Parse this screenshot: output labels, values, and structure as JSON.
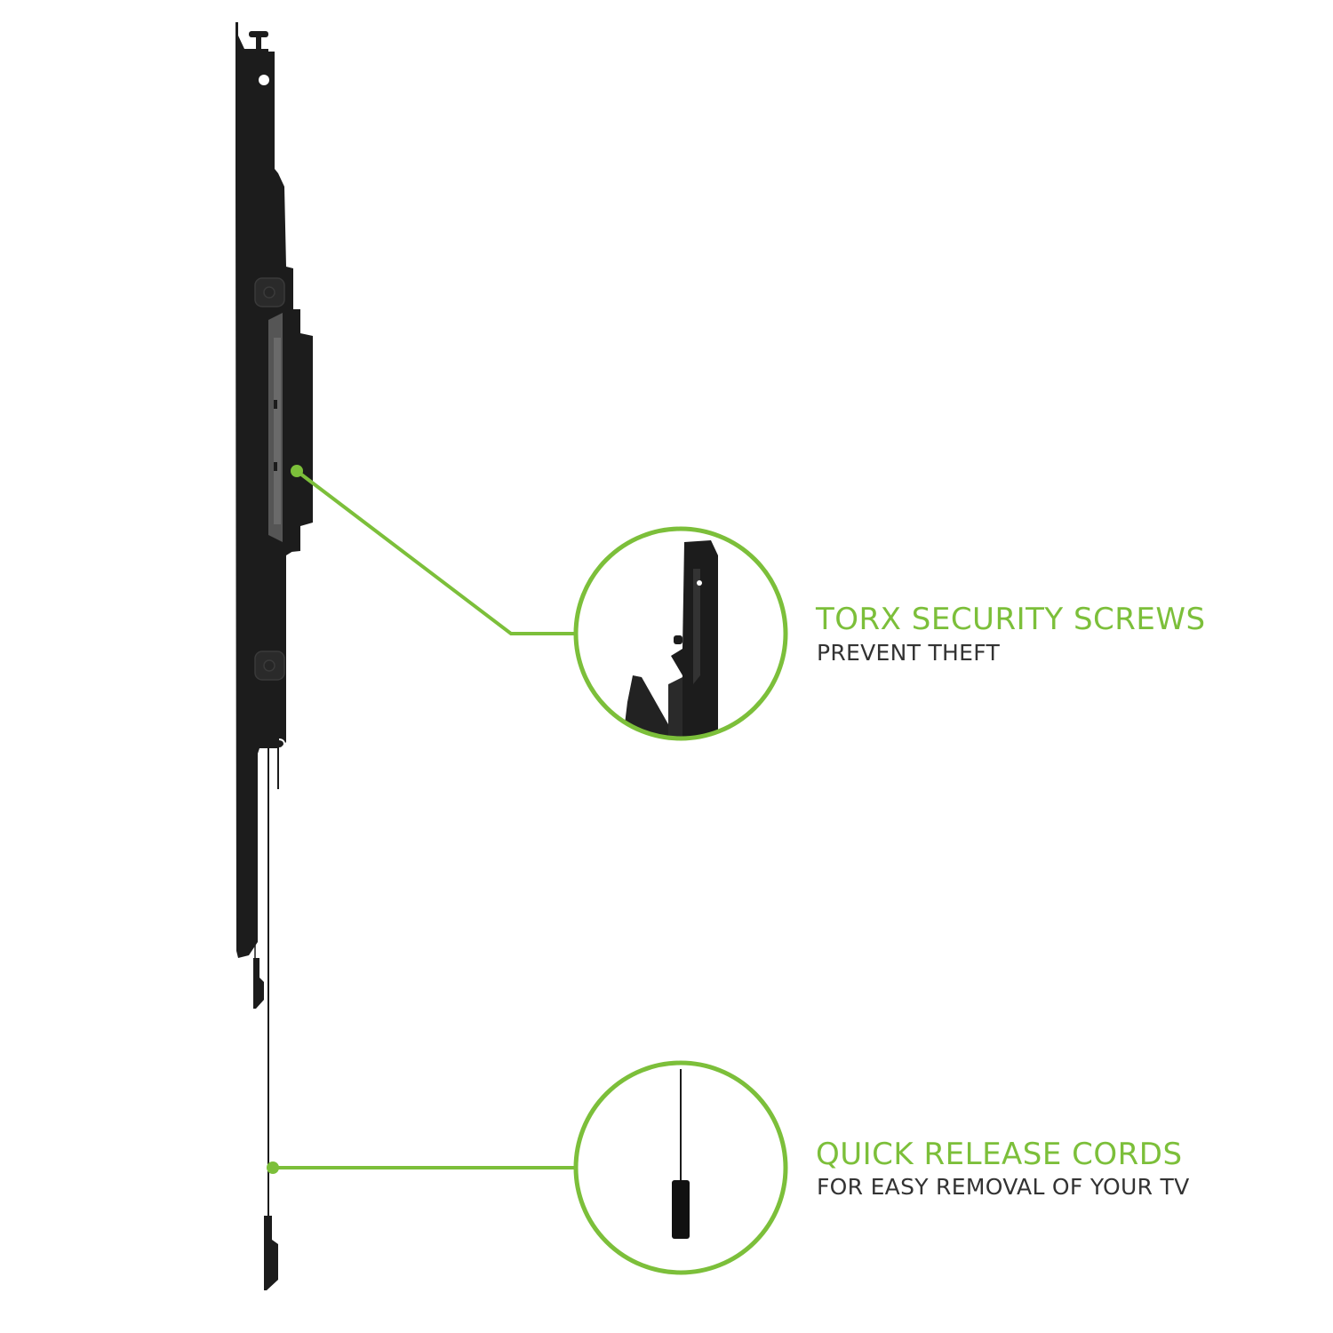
{
  "colors": {
    "accent": "#7cbf3a",
    "mount": "#1c1c1c",
    "subtext": "#333333",
    "background": "#ffffff"
  },
  "features": [
    {
      "title": "TORX SECURITY SCREWS",
      "subtitle": "PREVENT THEFT",
      "icon": "bracket-closeup-icon"
    },
    {
      "title": "QUICK RELEASE CORDS",
      "subtitle": "FOR EASY REMOVAL OF YOUR TV",
      "icon": "pull-cord-closeup-icon"
    }
  ]
}
